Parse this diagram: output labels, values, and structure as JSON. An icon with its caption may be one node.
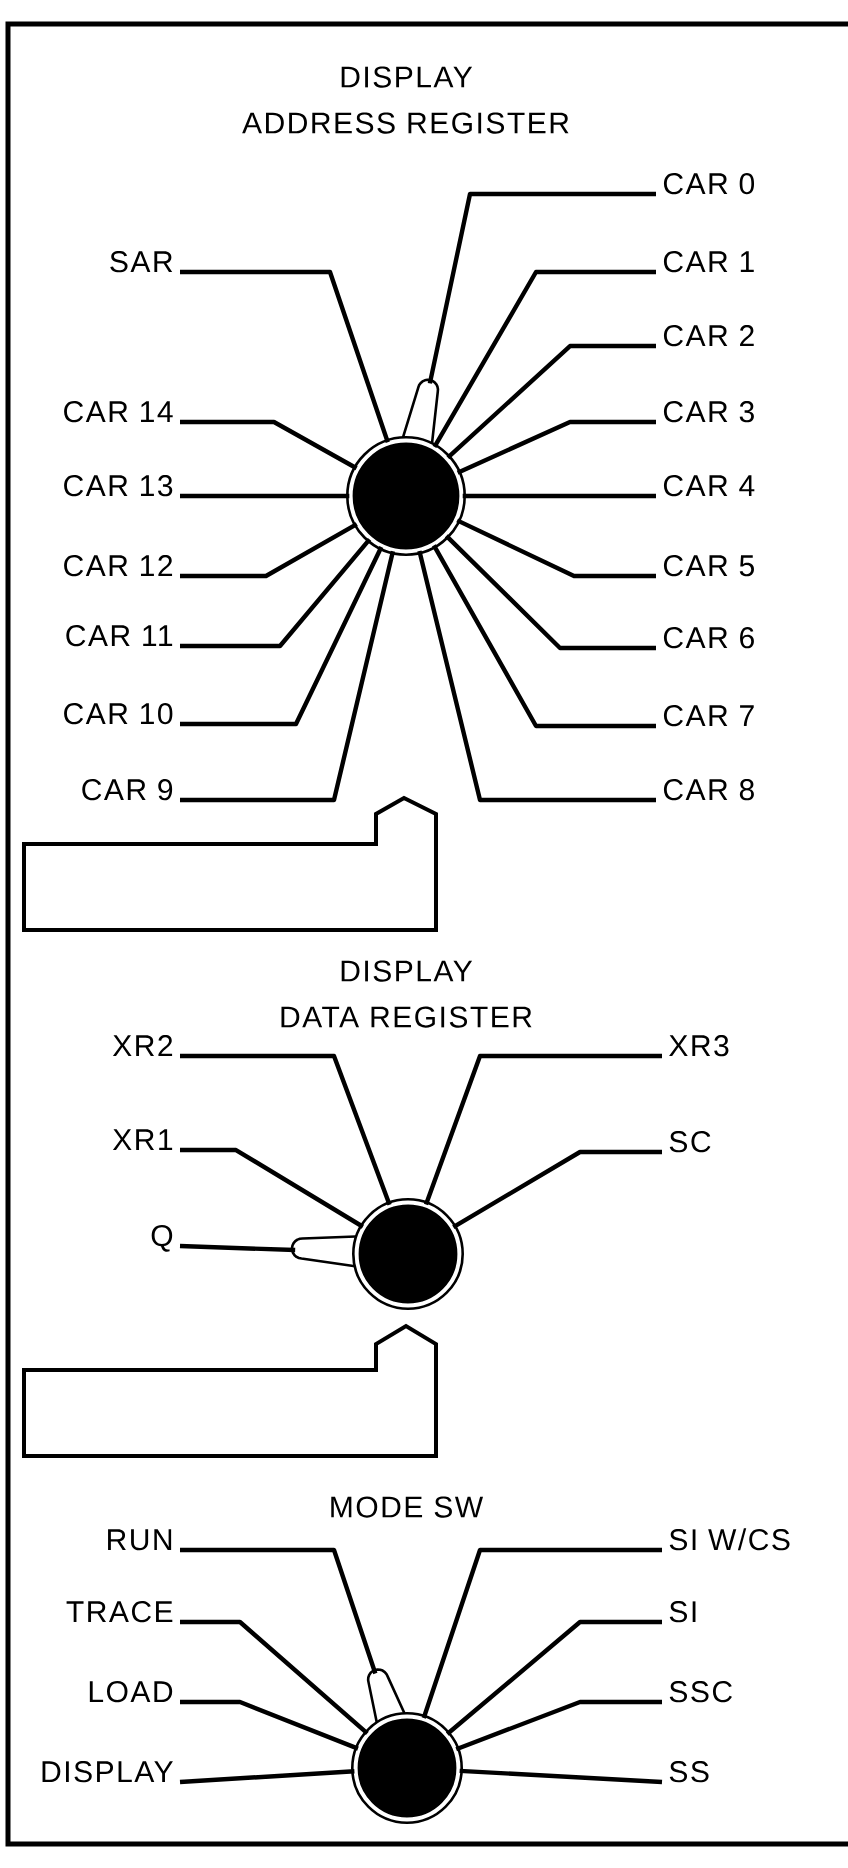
{
  "diagram": {
    "nodes": [
      {
        "text": [],
        "shape": "circle"
      },
      {
        "text": [
          "CAR 0"
        ]
      },
      {
        "text": [
          "SAR"
        ]
      },
      {
        "text": [
          "CAR 1"
        ]
      },
      {
        "text": [
          "CAR 2"
        ]
      },
      {
        "text": [
          "CAR 14"
        ]
      },
      {
        "text": [
          "CAR 3"
        ]
      },
      {
        "text": [
          "CAR 13"
        ]
      },
      {
        "text": [
          "CAR 4"
        ]
      },
      {
        "text": [
          "CAR 12"
        ]
      },
      {
        "text": [
          "CAR 5"
        ]
      },
      {
        "text": [
          "CAR 11"
        ]
      },
      {
        "text": [
          "CAR 6"
        ]
      },
      {
        "text": [
          "CAR 10"
        ]
      },
      {
        "text": [
          "CAR 7"
        ]
      },
      {
        "text": [
          "CAR 9"
        ]
      },
      {
        "text": [
          "CAR 8"
        ]
      },
      {
        "text": [],
        "shape": "circle"
      },
      {
        "text": [
          "XR2"
        ]
      },
      {
        "text": [
          "XR3"
        ]
      },
      {
        "text": [
          "XR1"
        ]
      },
      {
        "text": [
          "SC"
        ]
      },
      {
        "text": [
          "Q"
        ]
      },
      {
        "text": [],
        "shape": "circle"
      },
      {
        "text": [
          "RUN"
        ]
      },
      {
        "text": [
          "SI W/CS"
        ]
      },
      {
        "text": [
          "TRACE"
        ]
      },
      {
        "text": [
          "SI"
        ]
      },
      {
        "text": [
          "LOAD"
        ]
      },
      {
        "text": [
          "SSC"
        ]
      },
      {
        "text": [
          "DISPLAY"
        ]
      },
      {
        "text": [
          "SS"
        ]
      }
    ],
    "edges": [
      {
        "from": 1,
        "to": 0,
        "arrow": "none"
      },
      {
        "from": 2,
        "to": 0,
        "arrow": "none"
      },
      {
        "from": 3,
        "to": 0,
        "arrow": "none"
      },
      {
        "from": 4,
        "to": 0,
        "arrow": "none"
      },
      {
        "from": 5,
        "to": 0,
        "arrow": "none"
      },
      {
        "from": 6,
        "to": 0,
        "arrow": "none"
      },
      {
        "from": 7,
        "to": 0,
        "arrow": "none"
      },
      {
        "from": 8,
        "to": 0,
        "arrow": "none"
      },
      {
        "from": 9,
        "to": 0,
        "arrow": "none"
      },
      {
        "from": 10,
        "to": 0,
        "arrow": "none"
      },
      {
        "from": 11,
        "to": 0,
        "arrow": "none"
      },
      {
        "from": 12,
        "to": 0,
        "arrow": "none"
      },
      {
        "from": 13,
        "to": 0,
        "arrow": "none"
      },
      {
        "from": 14,
        "to": 0,
        "arrow": "none"
      },
      {
        "from": 15,
        "to": 0,
        "arrow": "none"
      },
      {
        "from": 16,
        "to": 0,
        "arrow": "none"
      },
      {
        "from": 18,
        "to": 17,
        "arrow": "none"
      },
      {
        "from": 19,
        "to": 17,
        "arrow": "none"
      },
      {
        "from": 20,
        "to": 17,
        "arrow": "none"
      },
      {
        "from": 21,
        "to": 17,
        "arrow": "none"
      },
      {
        "from": 22,
        "to": 17,
        "arrow": "none"
      },
      {
        "from": 24,
        "to": 23,
        "arrow": "none"
      },
      {
        "from": 25,
        "to": 23,
        "arrow": "none"
      },
      {
        "from": 26,
        "to": 23,
        "arrow": "none"
      },
      {
        "from": 27,
        "to": 23,
        "arrow": "none"
      },
      {
        "from": 28,
        "to": 23,
        "arrow": "none"
      },
      {
        "from": 29,
        "to": 23,
        "arrow": "none"
      },
      {
        "from": 30,
        "to": 23,
        "arrow": "none"
      },
      {
        "from": 31,
        "to": 23,
        "arrow": "none"
      }
    ],
    "labels": [
      "DISPLAY ADDRESS REGISTER",
      "DISPLAY DATA REGISTER",
      "MODE SW"
    ]
  }
}
